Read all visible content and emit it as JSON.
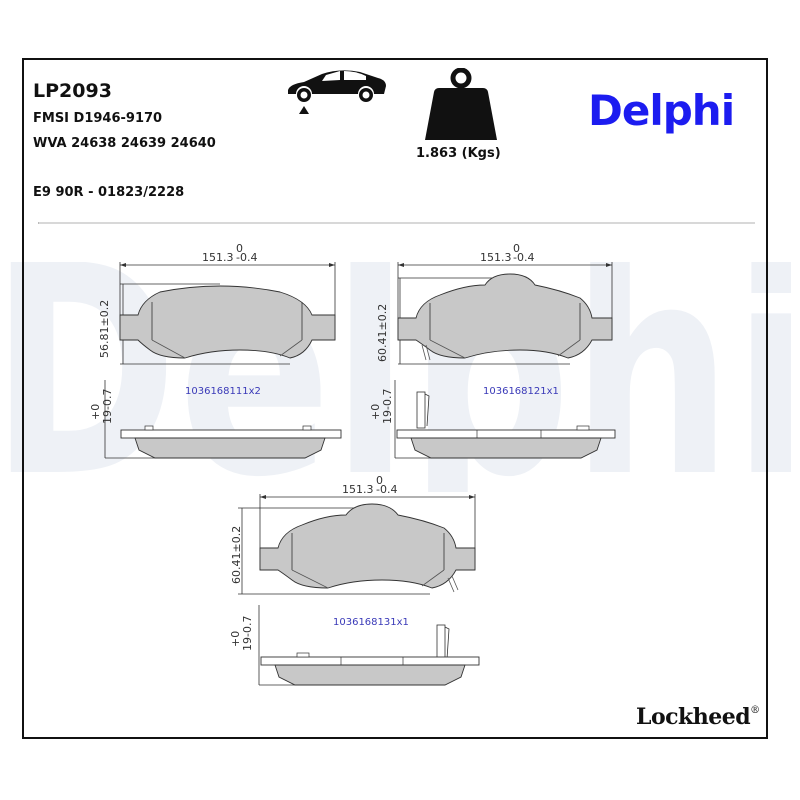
{
  "product": {
    "part_number": "LP2093",
    "fmsi": "FMSI D1946-9170",
    "wva": "WVA 24638 24639 24640",
    "approval": "E9 90R - 01823/2228",
    "weight": "1.863 (Kgs)",
    "axle_icon": "car-front-axle-icon",
    "weight_icon": "weight-icon"
  },
  "branding": {
    "logo": "Delphi",
    "logo_color": "#1c1cf0",
    "watermark": "Delphi",
    "watermark_color": "#eef1f6",
    "footer_brand": "Lockheed",
    "footer_mark": "®"
  },
  "drawings": [
    {
      "id": "pad-1",
      "width_dim": "151.3",
      "width_tol_upper": "0",
      "width_tol_lower": "-0.4",
      "height_dim": "56.81±0.2",
      "thickness_tol_upper": "+0",
      "thickness_dim": "19-0.7",
      "code": "1036168111x2",
      "has_sensor": false
    },
    {
      "id": "pad-2",
      "width_dim": "151.3",
      "width_tol_upper": "0",
      "width_tol_lower": "-0.4",
      "height_dim": "60.41±0.2",
      "thickness_tol_upper": "+0",
      "thickness_dim": "19-0.7",
      "code": "1036168121x1",
      "has_sensor": true
    },
    {
      "id": "pad-3",
      "width_dim": "151.3",
      "width_tol_upper": "0",
      "width_tol_lower": "-0.4",
      "height_dim": "60.41±0.2",
      "thickness_tol_upper": "+0",
      "thickness_dim": "19-0.7",
      "code": "1036168131x1",
      "has_sensor": true
    }
  ],
  "colors": {
    "pad_fill": "#c8c8c8",
    "line": "#333333"
  }
}
